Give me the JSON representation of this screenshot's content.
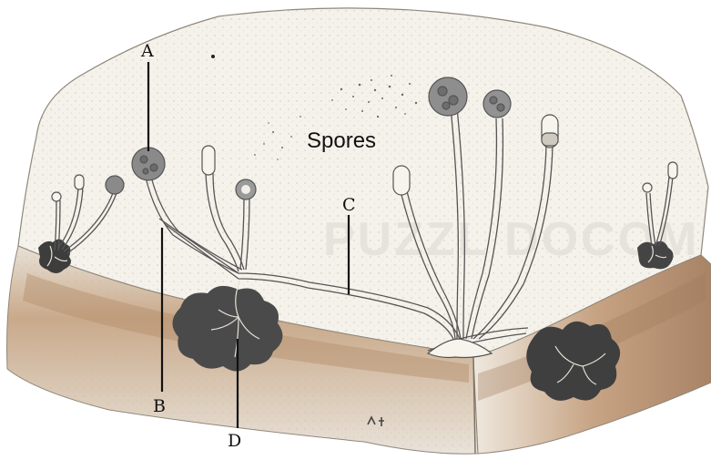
{
  "labels": {
    "a": "A",
    "b": "B",
    "c": "C",
    "d": "D",
    "spores": "Spores"
  },
  "watermark": "PUZZL DOCOM",
  "colors": {
    "bread_crumb": "#f4f1ea",
    "bread_crust": "#9d7a5a",
    "mold_dark": "#444444",
    "line": "#111111"
  }
}
